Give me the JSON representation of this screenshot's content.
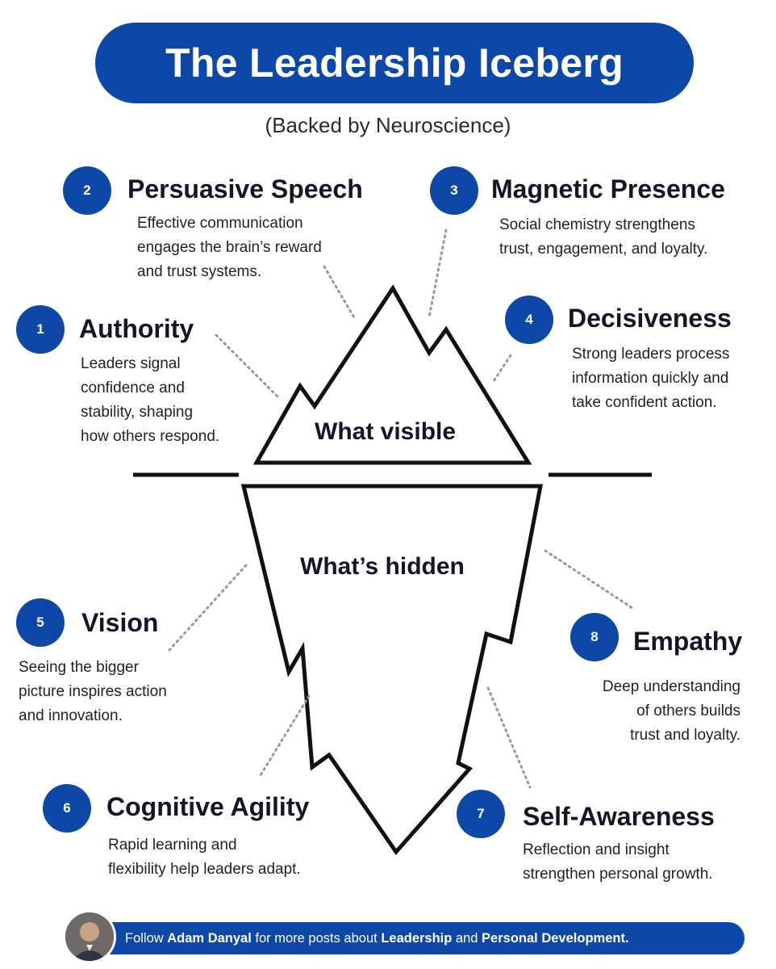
{
  "title": "The Leadership Iceberg",
  "subtitle": "(Backed by Neuroscience)",
  "visible_label": "What visible",
  "hidden_label": "What’s hidden",
  "items": [
    {
      "number": "1",
      "title": "Authority",
      "lines": [
        "Leaders signal",
        "confidence and",
        "stability, shaping",
        "how others respond."
      ]
    },
    {
      "number": "2",
      "title": "Persuasive Speech",
      "lines": [
        "Effective communication",
        "engages the brain’s reward",
        "and trust systems."
      ]
    },
    {
      "number": "3",
      "title": "Magnetic Presence",
      "lines": [
        "Social chemistry strengthens",
        "trust, engagement, and loyalty."
      ]
    },
    {
      "number": "4",
      "title": "Decisiveness",
      "lines": [
        "Strong leaders process",
        "information quickly and",
        "take confident action."
      ]
    },
    {
      "number": "5",
      "title": "Vision",
      "lines": [
        "Seeing the bigger",
        "picture inspires action",
        "and innovation."
      ]
    },
    {
      "number": "6",
      "title": "Cognitive Agility",
      "lines": [
        "Rapid learning and",
        "flexibility help leaders adapt."
      ]
    },
    {
      "number": "7",
      "title": "Self-Awareness",
      "lines": [
        "Reflection and insight",
        "strengthen personal growth."
      ]
    },
    {
      "number": "8",
      "title": "Empathy",
      "lines": [
        "Deep understanding",
        "of others builds",
        "trust and loyalty."
      ]
    }
  ],
  "footer": {
    "prefix": "Follow ",
    "author": "Adam Danyal",
    "middle": " for more posts about ",
    "topic1": "Leadership",
    "and": " and ",
    "topic2": "Personal Development."
  },
  "colors": {
    "accent": "#0d47a8",
    "ink": "#15152a",
    "dots": "#9a9a9a"
  }
}
